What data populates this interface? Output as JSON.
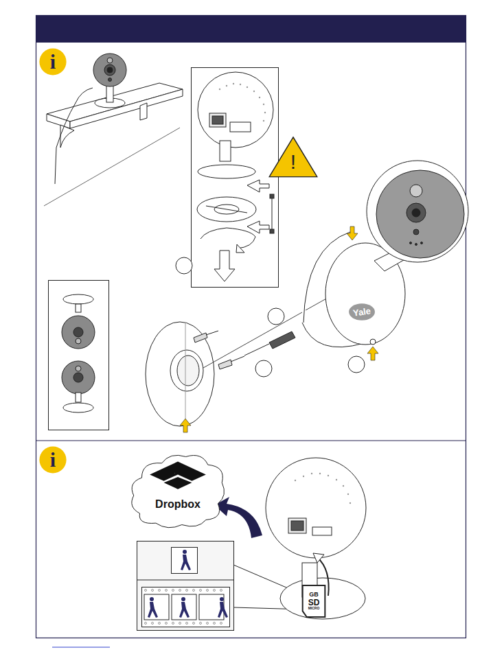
{
  "diagram": {
    "nodes": [
      {
        "text": [
          "i"
        ]
      },
      {
        "text": [
          "i"
        ]
      },
      {
        "text": [
          "!"
        ]
      },
      {
        "text": [
          "Dropbox"
        ]
      },
      {
        "text": [
          "GB",
          "SD",
          "MICRO"
        ]
      }
    ],
    "labels": [
      "Yale"
    ]
  }
}
